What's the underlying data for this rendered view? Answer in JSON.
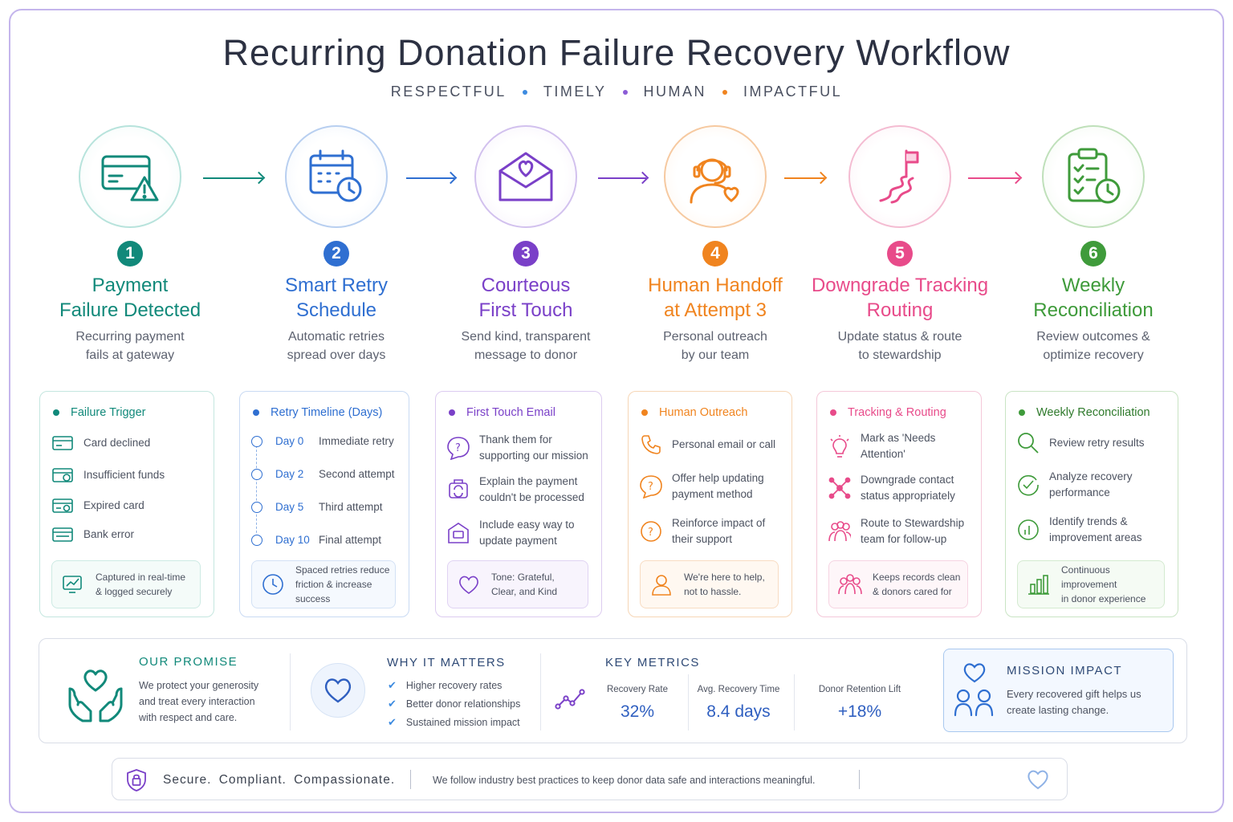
{
  "title": "Recurring Donation Failure Recovery Workflow",
  "tagline": [
    "RESPECTFUL",
    "TIMELY",
    "HUMAN",
    "IMPACTFUL"
  ],
  "colors": {
    "teal": "#11897a",
    "blue": "#2f6fd1",
    "purple": "#7a40c8",
    "orange": "#f0841f",
    "pink": "#e84b8a",
    "green": "#3f9b3b"
  },
  "steps": [
    {
      "number": "1",
      "title": "Payment\nFailure Detected",
      "desc": "Recurring payment\nfails at gateway",
      "icon": "card-alert-icon"
    },
    {
      "number": "2",
      "title": "Smart Retry\nSchedule",
      "desc": "Automatic retries\nspread over days",
      "icon": "calendar-clock-icon"
    },
    {
      "number": "3",
      "title": "Courteous\nFirst Touch",
      "desc": "Send kind, transparent\nmessage to donor",
      "icon": "envelope-heart-icon"
    },
    {
      "number": "4",
      "title": "Human Handoff\nat Attempt 3",
      "desc": "Personal outreach\nby our team",
      "icon": "headset-agent-icon"
    },
    {
      "number": "5",
      "title": "Downgrade Tracking\nRouting",
      "desc": "Update status & route\nto stewardship",
      "icon": "flag-path-icon"
    },
    {
      "number": "6",
      "title": "Weekly\nReconciliation",
      "desc": "Review outcomes &\noptimize recovery",
      "icon": "clipboard-clock-icon"
    }
  ],
  "cards": {
    "trigger": {
      "title": "Failure Trigger",
      "items": [
        "Card declined",
        "Insufficient funds",
        "Expired card",
        "Bank error"
      ],
      "footer": "Captured in real-time\n& logged securely"
    },
    "retry": {
      "title": "Retry Timeline (Days)",
      "items": [
        {
          "day": "Day 0",
          "action": "Immediate retry"
        },
        {
          "day": "Day 2",
          "action": "Second attempt"
        },
        {
          "day": "Day 5",
          "action": "Third attempt"
        },
        {
          "day": "Day 10",
          "action": "Final attempt"
        }
      ],
      "footer": "Spaced retries reduce\nfriction & increase success"
    },
    "email": {
      "title": "First Touch Email",
      "items": [
        "Thank them for\nsupporting our mission",
        "Explain the payment\ncouldn't be processed",
        "Include easy way to\nupdate payment"
      ],
      "footer": "Tone: Grateful,\nClear, and Kind"
    },
    "outreach": {
      "title": "Human Outreach",
      "items": [
        "Personal email or call",
        "Offer help updating\npayment method",
        "Reinforce impact of\ntheir support"
      ],
      "footer": "We're here to help,\nnot to hassle."
    },
    "tracking": {
      "title": "Tracking & Routing",
      "items": [
        "Mark as 'Needs\nAttention'",
        "Downgrade contact\nstatus appropriately",
        "Route to Stewardship\nteam for follow-up"
      ],
      "footer": "Keeps records clean\n& donors cared for"
    },
    "weekly": {
      "title": "Weekly Reconciliation",
      "items": [
        "Review retry results",
        "Analyze recovery\nperformance",
        "Identify trends &\nimprovement areas"
      ],
      "footer": "Continuous improvement\nin donor experience"
    }
  },
  "promise": {
    "title": "OUR PROMISE",
    "text": "We protect your generosity\nand treat every interaction\nwith respect and care."
  },
  "why": {
    "title": "WHY IT MATTERS",
    "items": [
      "Higher recovery rates",
      "Better donor relationships",
      "Sustained mission impact"
    ]
  },
  "metrics": {
    "title": "KEY METRICS",
    "items": [
      {
        "label": "Recovery Rate",
        "value": "32%"
      },
      {
        "label": "Avg. Recovery Time",
        "value": "8.4 days"
      },
      {
        "label": "Donor Retention Lift",
        "value": "+18%"
      }
    ]
  },
  "mission": {
    "title": "MISSION  IMPACT",
    "text": "Every recovered gift helps us\ncreate lasting change."
  },
  "footer": {
    "tagline": "Secure.  Compliant.  Compassionate.",
    "note": "We follow industry best practices to keep donor data safe and interactions meaningful."
  }
}
